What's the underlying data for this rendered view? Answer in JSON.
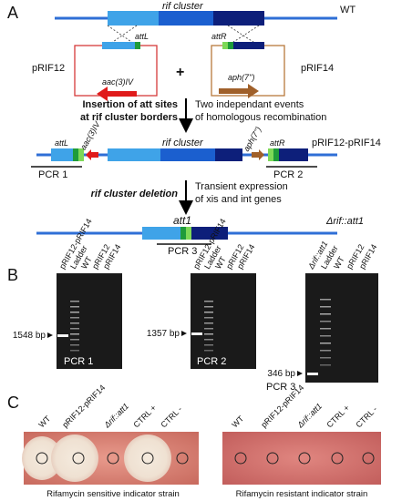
{
  "panel_a": {
    "letter": "A",
    "rif_cluster": "rif cluster",
    "wt": "WT",
    "att_l": "attL",
    "att_r": "attR",
    "prif12": "pRIF12",
    "prif14": "pRIF14",
    "plus": "+",
    "aac_gene": "aac(3)IV",
    "aph_gene": "aph(7'')",
    "step1_left_line1": "Insertion of att sites",
    "step1_left_line2": "at rif cluster borders",
    "step1_right_line1": "Two independant events",
    "step1_right_line2": "of homologous recombination",
    "aac_gene_2": "aac(3)IV",
    "rif_cluster_2": "rif cluster",
    "aph_gene_2": "aph(7'')",
    "att_l_2": "attL",
    "att_r_2": "attR",
    "strain_2": "pRIF12-pRIF14",
    "pcr1": "PCR 1",
    "pcr2": "PCR 2",
    "step2_left": "rif cluster deletion",
    "step2_right_line1": "Transient expression",
    "step2_right_line2": "of xis and int genes",
    "att1": "att1",
    "strain_3": "Δrif::att1",
    "pcr3": "PCR 3"
  },
  "panel_b": {
    "letter": "B",
    "gels": [
      {
        "lanes": [
          "pRIF12-pRIF14",
          "Ladder",
          "WT",
          "pRIF12",
          "pRIF14"
        ],
        "size": "1548 bp",
        "name": "PCR 1"
      },
      {
        "lanes": [
          "pRIF12-pRIF14",
          "Ladder",
          "WT",
          "pRIF12",
          "pRIF14"
        ],
        "size": "1357 bp",
        "name": "PCR 2"
      },
      {
        "lanes": [
          "Δrif::att1",
          "Ladder",
          "WT",
          "pRIF12",
          "pRIF14"
        ],
        "size": "346 bp",
        "name": "PCR 3"
      }
    ]
  },
  "panel_c": {
    "letter": "C",
    "plates": [
      {
        "labels": [
          "WT",
          "pRIF12-pRIF14",
          "Δrif::att1",
          "CTRL +",
          "CTRL -"
        ],
        "caption": "Rifamycin sensitive indicator strain"
      },
      {
        "labels": [
          "WT",
          "pRIF12-pRIF14",
          "Δrif::att1",
          "CTRL +",
          "CTRL -"
        ],
        "caption": "Rifamycin resistant indicator strain"
      }
    ]
  },
  "colors": {
    "chromosome": "#2f6fd6",
    "cluster_light": "#3fa3e8",
    "cluster_mid": "#1b5fcf",
    "cluster_dark": "#0d1f7a",
    "att_green": "#1f9b3a",
    "att_light_green": "#7ed957",
    "plasmid_left": "#d63a3a",
    "plasmid_right": "#b87a3c",
    "aac_arrow": "#e01b1b",
    "aph_arrow": "#a0602a",
    "plate_sensitive": "#d47a6d",
    "plate_resistant": "#cf6e6a"
  }
}
